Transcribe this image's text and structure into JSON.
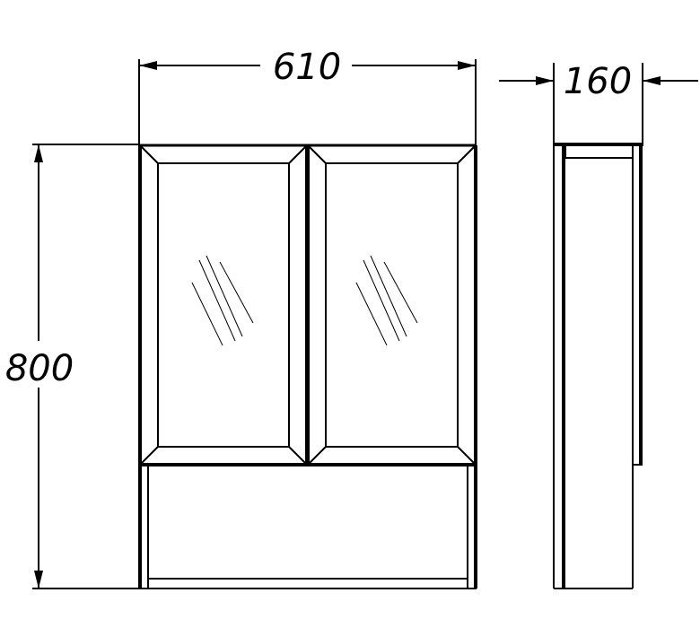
{
  "dimensions": {
    "width": "610",
    "height": "800",
    "depth": "160"
  },
  "colors": {
    "line": "#000000",
    "background": "#ffffff"
  }
}
